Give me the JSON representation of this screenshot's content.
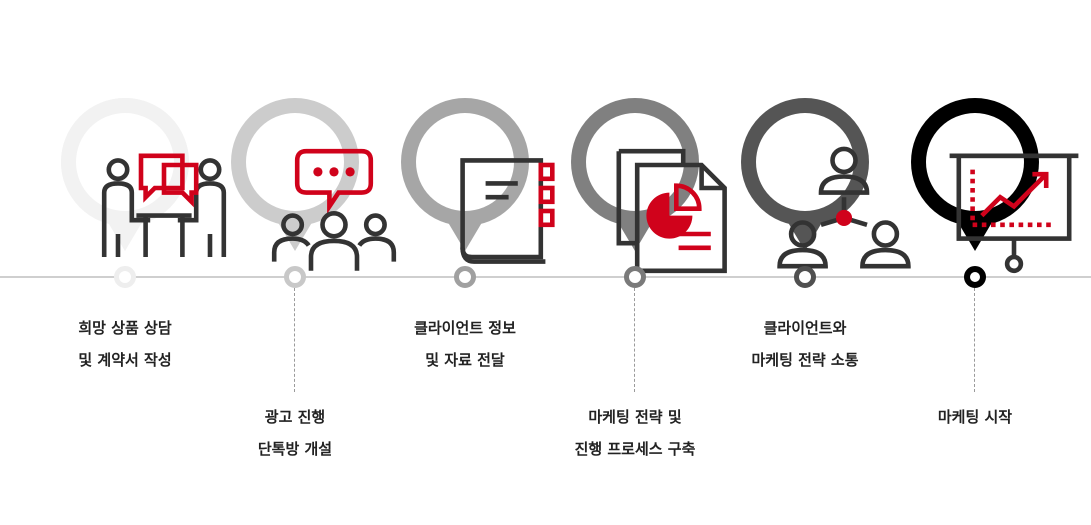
{
  "steps": [
    {
      "lines": [
        "희망 상품 상담",
        "및 계약서 작성"
      ],
      "color": "#f2f2f2",
      "dot": "#eeeeee",
      "icon": "meeting-icon"
    },
    {
      "lines": [
        "광고 진행",
        "단톡방 개설"
      ],
      "color": "#cccccc",
      "dot": "#c8c8c8",
      "icon": "group-chat-icon"
    },
    {
      "lines": [
        "클라이언트 정보",
        "및 자료 전달"
      ],
      "color": "#a6a6a6",
      "dot": "#a0a0a0",
      "icon": "binder-icon"
    },
    {
      "lines": [
        "마케팅 전략 및",
        "진행 프로세스 구축"
      ],
      "color": "#808080",
      "dot": "#7a7a7a",
      "icon": "report-document-icon"
    },
    {
      "lines": [
        "클라이언트와",
        "마케팅 전략 소통"
      ],
      "color": "#555555",
      "dot": "#505050",
      "icon": "team-network-icon"
    },
    {
      "lines": [
        "마케팅 시작"
      ],
      "color": "#000000",
      "dot": "#000000",
      "icon": "presentation-chart-icon"
    }
  ],
  "accent": "#d0021b"
}
